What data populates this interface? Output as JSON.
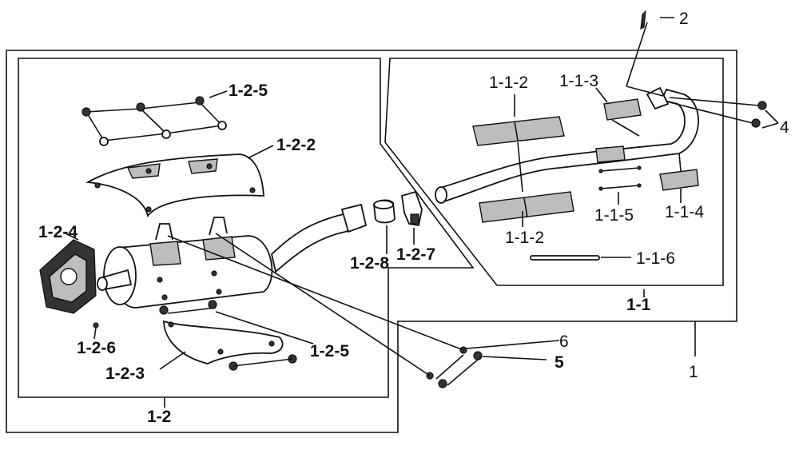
{
  "labels": {
    "l_2": "2",
    "l_4": "4",
    "l_1_1_2_top": "1-1-2",
    "l_1_1_3": "1-1-3",
    "l_1_1_5": "1-1-5",
    "l_1_1_4": "1-1-4",
    "l_1_1_2_bottom": "1-1-2",
    "l_1_1_6": "1-1-6",
    "l_1_1": "1-1",
    "l_1": "1",
    "l_1_2_5_top": "1-2-5",
    "l_1_2_2": "1-2-2",
    "l_1_2_4": "1-2-4",
    "l_1_2_6": "1-2-6",
    "l_1_2_8": "1-2-8",
    "l_1_2_7": "1-2-7",
    "l_1_2_5_bottom": "1-2-5",
    "l_1_2_3": "1-2-3",
    "l_1_2": "1-2",
    "l_6": "6",
    "l_5": "5"
  }
}
